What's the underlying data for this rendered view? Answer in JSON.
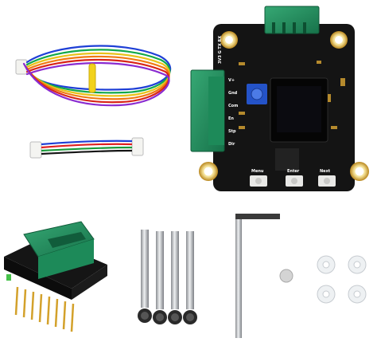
{
  "product": {
    "accent_pcb": "#111111",
    "accent_green": "#1f8a5b",
    "accent_gold": "#c89b2a",
    "accent_blue": "#2453c8"
  },
  "board_labels": {
    "header_text": "3V3 G TX RX",
    "pin_v": "V+",
    "pin_gnd": "Gnd",
    "pin_com": "Com",
    "pin_en": "En",
    "pin_stp": "Stp",
    "pin_dir": "Dir",
    "btn_menu": "Menu",
    "btn_enter": "Enter",
    "btn_next": "Next"
  },
  "items": [
    {
      "name": "main-board",
      "icon": "pcb-board-icon"
    },
    {
      "name": "rainbow-cable",
      "icon": "cable-icon"
    },
    {
      "name": "short-cable",
      "icon": "cable-icon"
    },
    {
      "name": "driver-adapter",
      "icon": "chip-icon"
    },
    {
      "name": "screws",
      "icon": "screw-icon"
    },
    {
      "name": "hex-key",
      "icon": "wrench-icon"
    },
    {
      "name": "magnet",
      "icon": "disc-icon"
    },
    {
      "name": "washers",
      "icon": "washer-icon"
    }
  ]
}
